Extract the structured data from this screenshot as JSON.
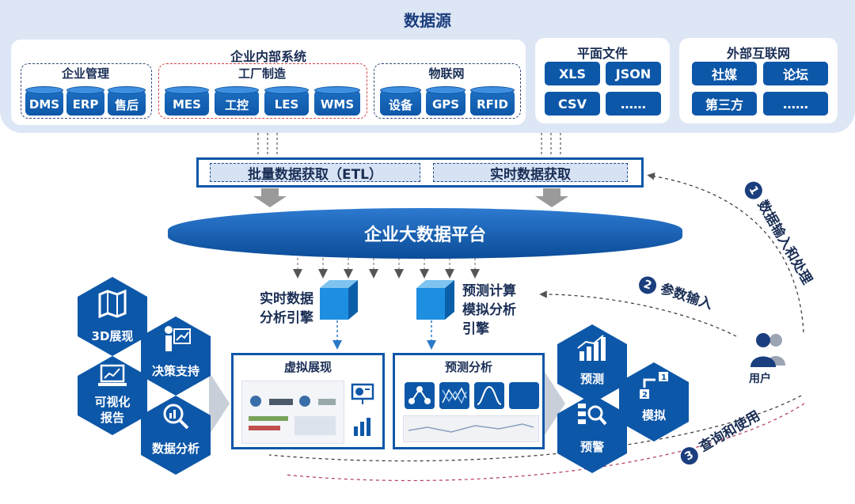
{
  "data_source": {
    "title": "数据源",
    "internal": {
      "title": "企业内部系统",
      "groups": [
        {
          "label": "企业管理",
          "items": [
            "DMS",
            "ERP",
            "售后"
          ]
        },
        {
          "label": "工厂制造",
          "items": [
            "MES",
            "工控",
            "LES",
            "WMS"
          ]
        },
        {
          "label": "物联网",
          "items": [
            "设备",
            "GPS",
            "RFID"
          ]
        }
      ]
    },
    "flat_files": {
      "title": "平面文件",
      "items": [
        "XLS",
        "JSON",
        "CSV",
        "……"
      ]
    },
    "internet": {
      "title": "外部互联网",
      "items": [
        "社媒",
        "论坛",
        "第三方",
        "……"
      ]
    }
  },
  "etl": {
    "batch": "批量数据获取（ETL）",
    "realtime": "实时数据获取"
  },
  "platform": "企业大数据平台",
  "engines": {
    "realtime": [
      "实时数据",
      "分析引擎"
    ],
    "predict": [
      "预测计算",
      "模拟分析",
      "引擎"
    ]
  },
  "left_hexes": [
    "3D展现",
    "决策支持",
    "可视化报告",
    "数据分析"
  ],
  "panels": {
    "virtual": "虚拟展现",
    "predict": "预测分析"
  },
  "right_hexes": [
    "预测",
    "模拟",
    "预警"
  ],
  "steps": [
    {
      "num": "1",
      "label": "数据输入和处理"
    },
    {
      "num": "2",
      "label": "参数输入"
    },
    {
      "num": "3",
      "label": "查询和使用"
    }
  ],
  "user": "用户",
  "colors": {
    "primary": "#0d57a8",
    "panel_bg": "#dde6f5",
    "dashed_red": "#d64545"
  }
}
